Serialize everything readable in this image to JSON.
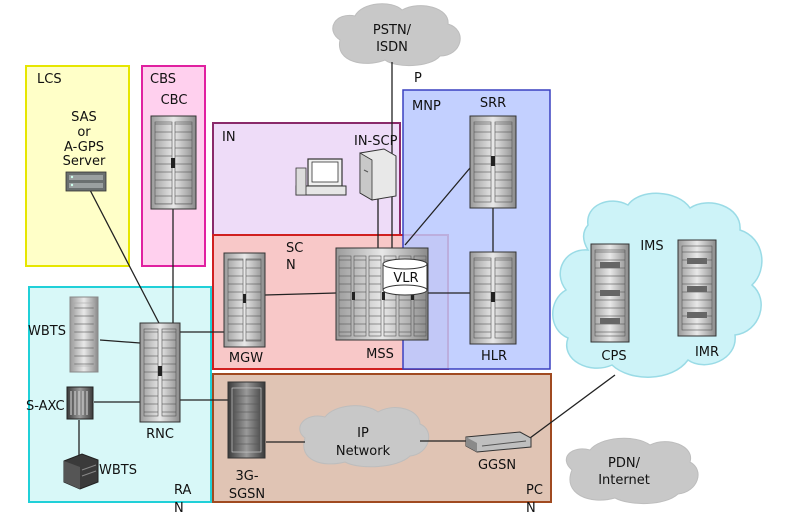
{
  "colors": {
    "lcs": "#ffffc8",
    "lcs_border": "#e6e600",
    "cbs": "#ffd0ee",
    "cbs_border": "#e020a0",
    "in": "#eedcf8",
    "in_border": "#8a2a6a",
    "mnp": "#b8c8ff",
    "mnp_border": "#3a40c0",
    "scn": "#f8c8c8",
    "scn_border": "#d02020",
    "ran": "#d8f8f8",
    "ran_border": "#20d0d8",
    "pcn": "#e0c4b4",
    "pcn_border": "#a04a20",
    "cloud": "#c8c8c8",
    "ims_cloud": "#cdf3f8"
  },
  "regions": {
    "lcs": "LCS",
    "cbs": "CBS",
    "in": "IN",
    "mnp": "MNP",
    "scn_line1": "SC",
    "scn_line2": "N",
    "ran_line1": "RA",
    "ran_line2": "N",
    "pcn_line1": "PC",
    "pcn_line2": "N"
  },
  "nodes": {
    "sas_line1": "SAS",
    "sas_line2": "or",
    "sas_line3": "A-GPS",
    "sas_line4": "Server",
    "cbc": "CBC",
    "in_scp": "IN-SCP",
    "srr": "SRR",
    "vlr": "VLR",
    "mss": "MSS",
    "mgw": "MGW",
    "hlr": "HLR",
    "ims": "IMS",
    "cps": "CPS",
    "imr": "IMR",
    "wbts_top": "WBTS",
    "s_axc": "S-AXC",
    "wbts_bottom": "WBTS",
    "rnc": "RNC",
    "sgsn_line1": "3G-",
    "sgsn_line2": "SGSN",
    "ggsn": "GGSN"
  },
  "clouds": {
    "pstn_line1": "PSTN/",
    "pstn_line2": "ISDN",
    "pstn_suffix": "P",
    "ip_line1": "IP",
    "ip_line2": "Network",
    "pdn_line1": "PDN/",
    "pdn_line2": "Internet"
  }
}
